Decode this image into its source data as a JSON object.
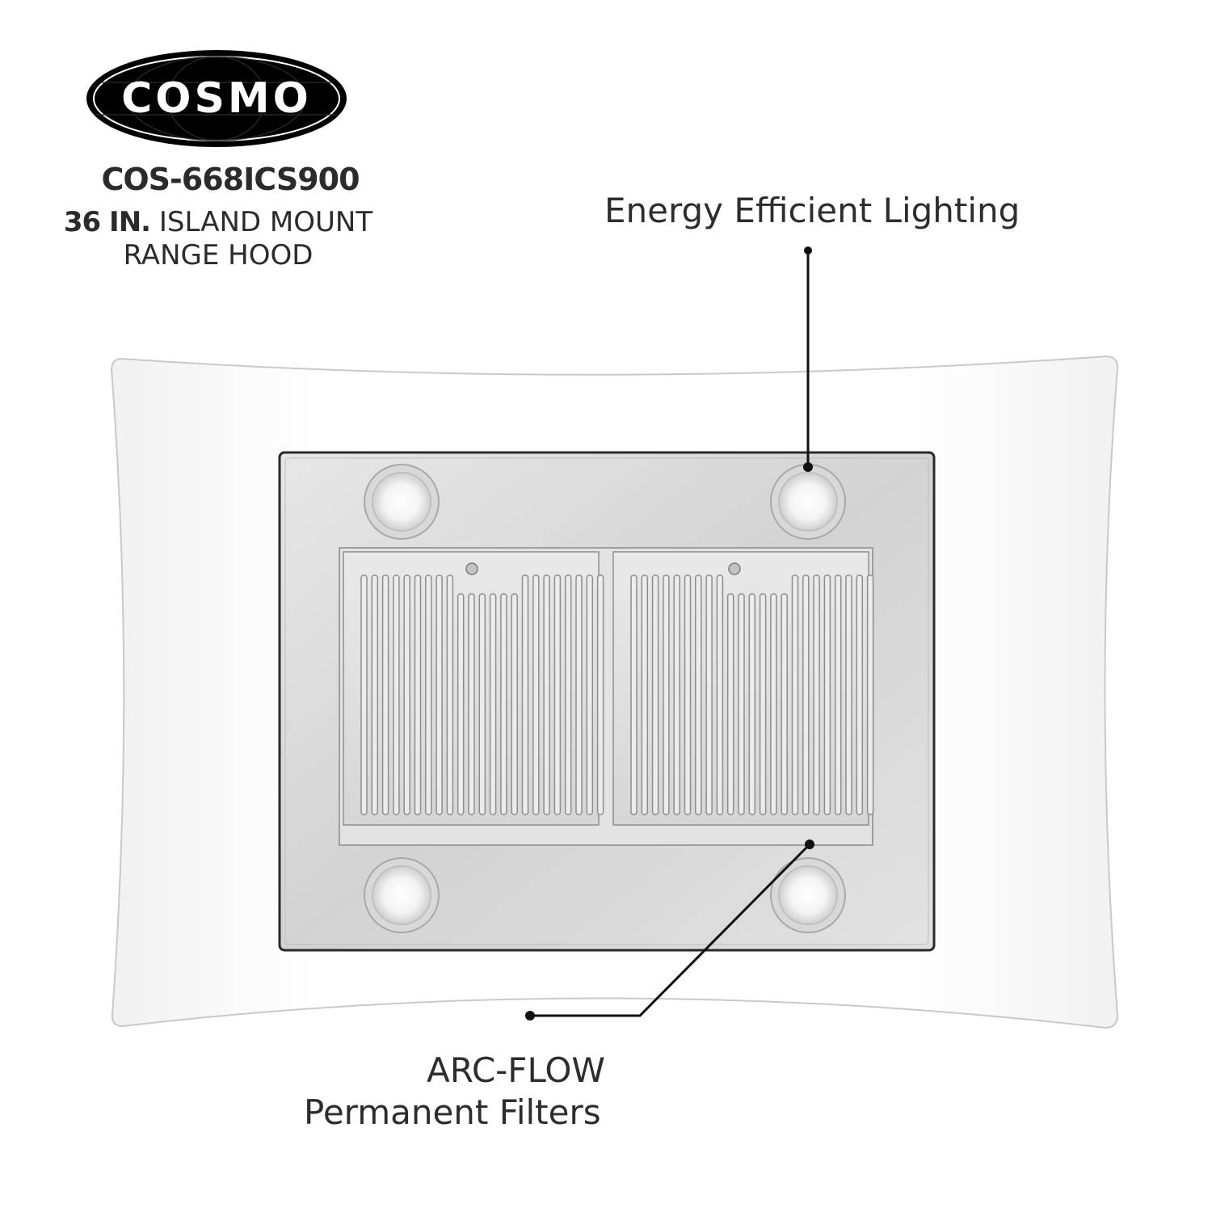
{
  "brand": {
    "logo_text": "COSMO",
    "model": "COS-668ICS900",
    "size": "36 IN.",
    "type_line1": "ISLAND MOUNT",
    "type_line2": "RANGE HOOD"
  },
  "callouts": {
    "lighting": "Energy Efficient Lighting",
    "filters_line1": "ARC-FLOW",
    "filters_line2": "Permanent Filters"
  },
  "colors": {
    "text": "#2a2a2a",
    "logo_bg": "#000000",
    "steel": "#d9d9d9"
  }
}
